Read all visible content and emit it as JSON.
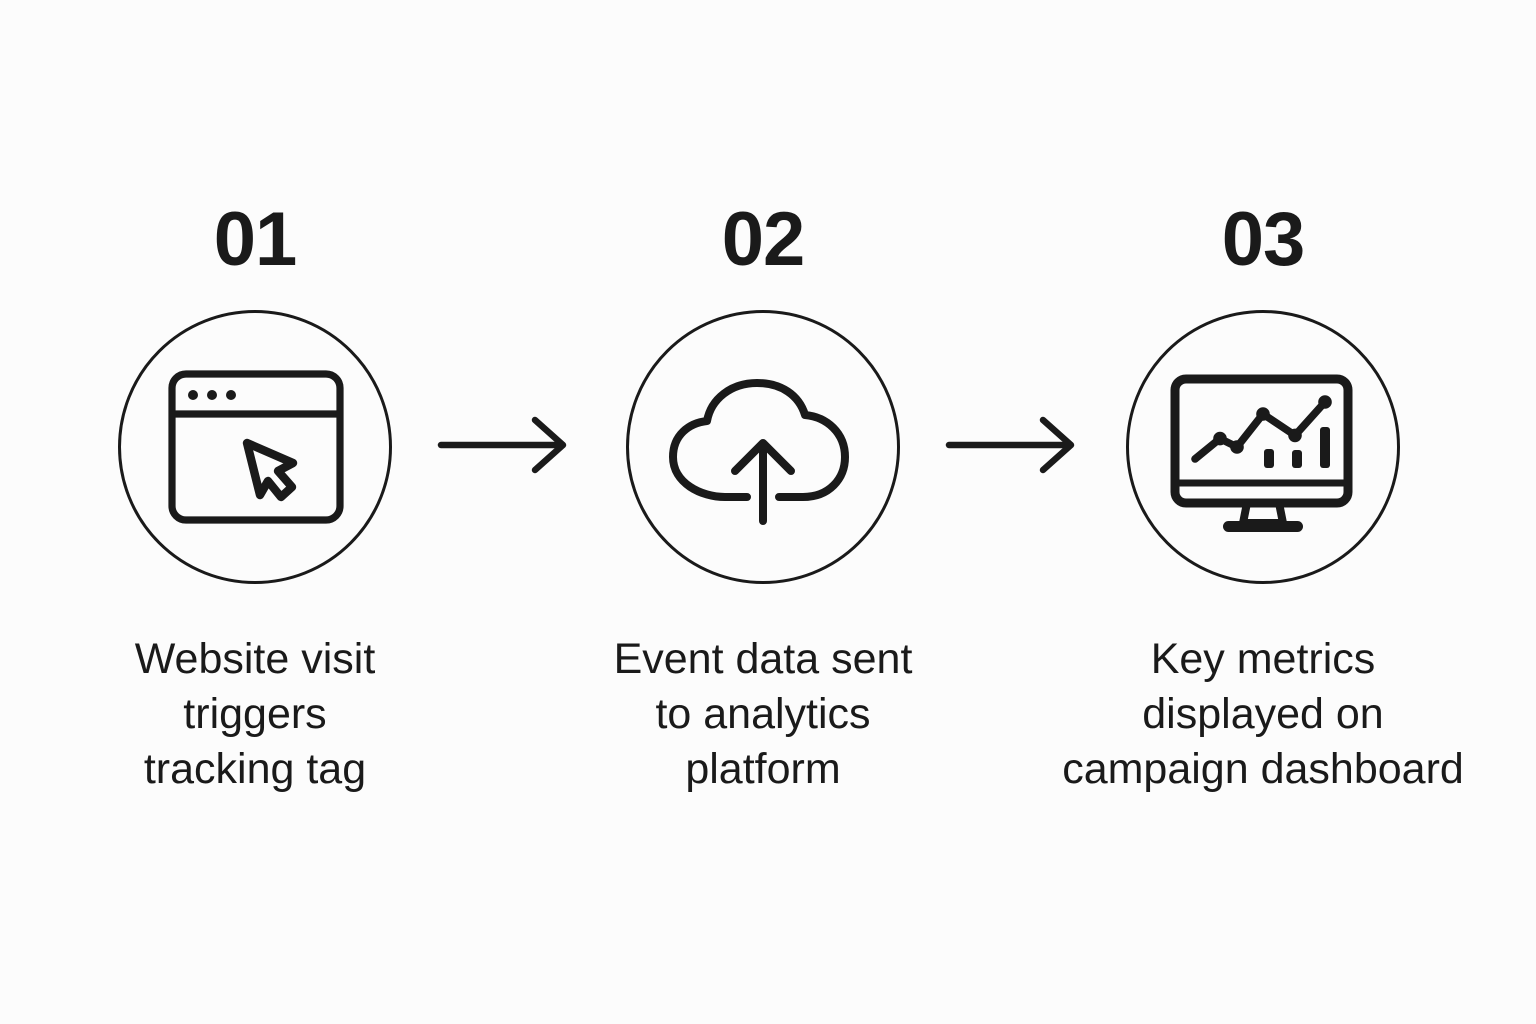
{
  "colors": {
    "ink": "#1a1a1a",
    "background": "#fcfcfc"
  },
  "steps": [
    {
      "number": "01",
      "icon": "browser-window-cursor-icon",
      "label_lines": [
        "Website visit",
        "triggers",
        "tracking tag"
      ]
    },
    {
      "number": "02",
      "icon": "cloud-upload-icon",
      "label_lines": [
        "Event data sent",
        "to analytics",
        "platform"
      ]
    },
    {
      "number": "03",
      "icon": "dashboard-monitor-icon",
      "label_lines": [
        "Key metrics",
        "displayed on",
        "campaign dashboard"
      ]
    }
  ],
  "connectors": [
    {
      "icon": "arrow-right-icon"
    },
    {
      "icon": "arrow-right-icon"
    }
  ]
}
